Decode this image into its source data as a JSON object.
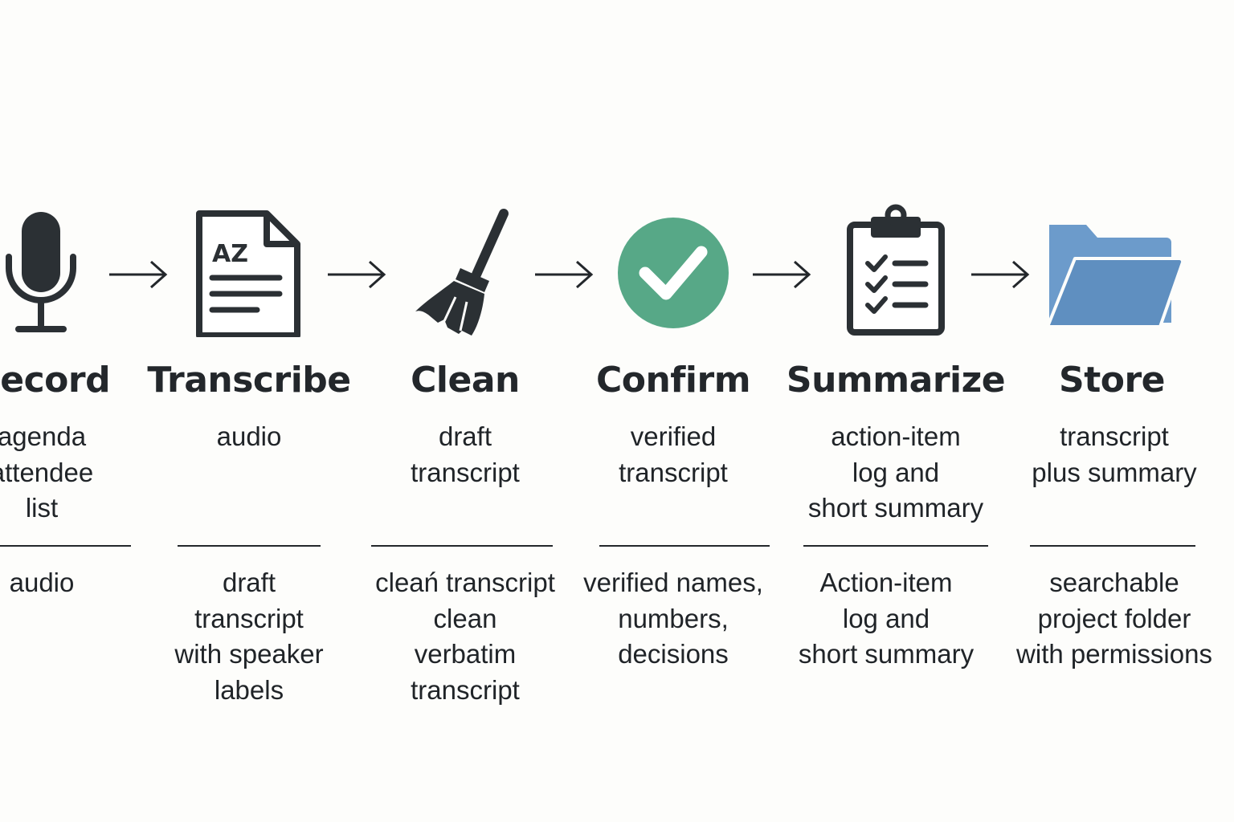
{
  "steps": [
    {
      "title": "Record",
      "icon": "microphone-icon",
      "input_lines": [
        "agenda",
        "attendee",
        "list"
      ],
      "output_lines": [
        "audio"
      ]
    },
    {
      "title": "Transcribe",
      "icon": "document-az-icon",
      "input_lines": [
        "audio"
      ],
      "output_lines": [
        "draft",
        "transcript",
        "with speaker",
        "labels"
      ]
    },
    {
      "title": "Clean",
      "icon": "broom-icon",
      "input_lines": [
        "draft",
        "transcript"
      ],
      "output_lines": [
        "cleań transcript",
        "clean",
        "verbatim",
        "transcript"
      ]
    },
    {
      "title": "Confirm",
      "icon": "check-circle-icon",
      "input_lines": [
        "verified",
        "transcript"
      ],
      "output_lines": [
        "verified names,",
        "numbers,",
        "decisions"
      ]
    },
    {
      "title": "Summarize",
      "icon": "clipboard-checklist-icon",
      "input_lines": [
        "action-item",
        "log and",
        "short summary"
      ],
      "output_lines": [
        "Action-item",
        "log and",
        "short summary"
      ]
    },
    {
      "title": "Store",
      "icon": "folder-icon",
      "input_lines": [
        "transcript",
        "plus summary"
      ],
      "output_lines": [
        "searchable",
        "project folder",
        "with permissions"
      ]
    }
  ],
  "icon_glyph_text": "AZ",
  "colors": {
    "ink": "#2b3034",
    "check_green": "#57a887",
    "folder_blue": "#5f8fc0",
    "folder_blue_back": "#6c9bcb",
    "background": "#fdfdfb"
  }
}
